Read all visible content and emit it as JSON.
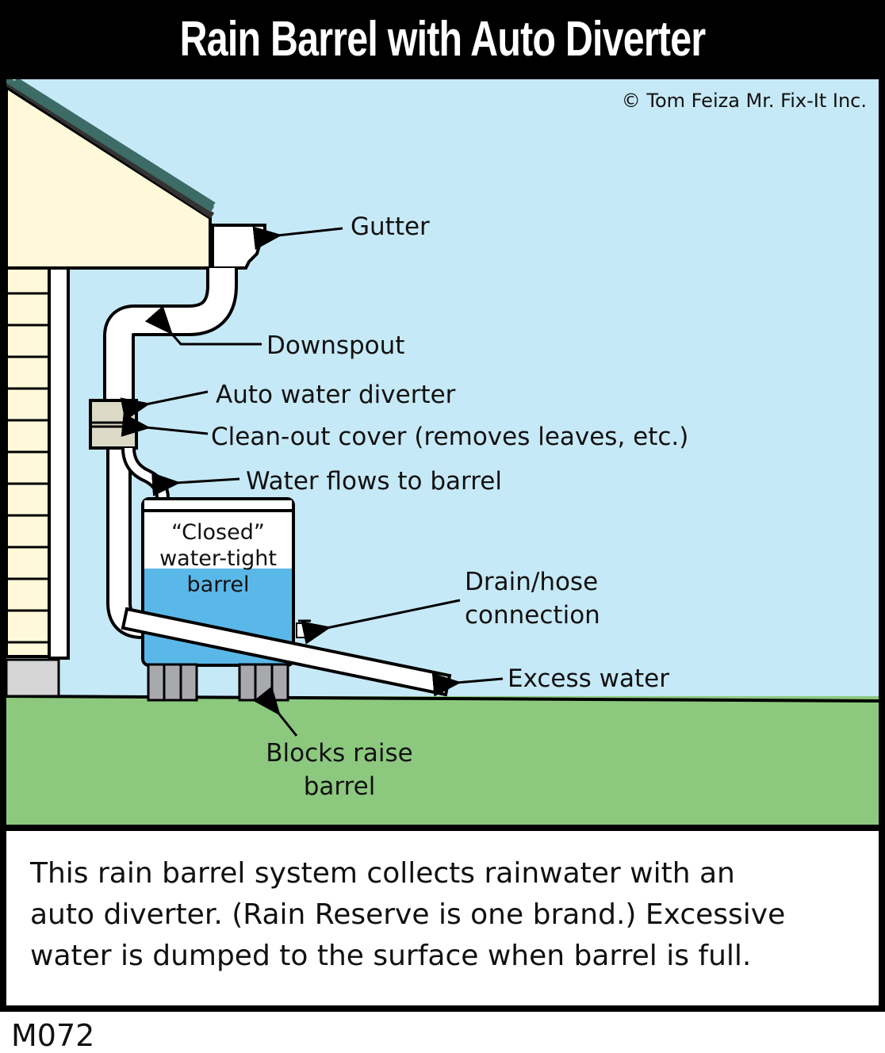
{
  "title": "Rain Barrel with Auto Diverter",
  "copyright": "© Tom Feiza Mr. Fix-It Inc.",
  "labels": {
    "gutter": "Gutter",
    "downspout": "Downspout",
    "auto_diverter": "Auto water diverter",
    "clean_out": "Clean-out cover (removes leaves, etc.)",
    "water_flows": "Water flows to barrel",
    "barrel_line1": "“Closed”",
    "barrel_line2": "water-tight",
    "barrel_line3": "barrel",
    "drain_line1": "Drain/hose",
    "drain_line2": "connection",
    "excess": "Excess water",
    "blocks_line1": "Blocks raise",
    "blocks_line2": "barrel"
  },
  "caption": {
    "line1": "This rain barrel system collects rainwater with an",
    "line2": "auto diverter. (Rain Reserve is one brand.) Excessive",
    "line3": "water is dumped to the surface when barrel is full."
  },
  "figure_code": "M072",
  "colors": {
    "sky": "#c6e9f7",
    "wall": "#fff9d9",
    "roof": "#3d6b66",
    "water": "#5ab8e8",
    "grass": "#8cc97e",
    "diverter": "#dcd9c6",
    "blocks": "#a8a9ad"
  }
}
